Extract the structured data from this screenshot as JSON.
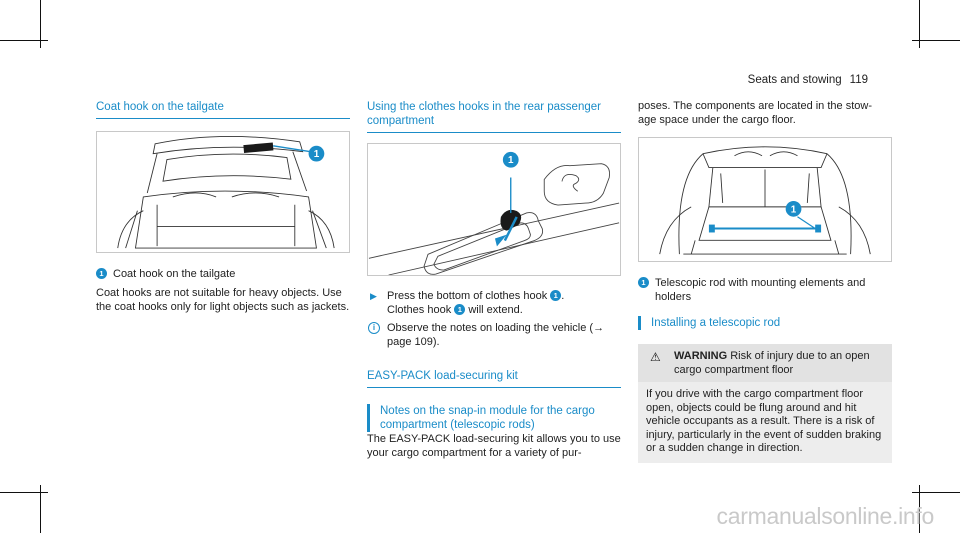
{
  "header": {
    "section": "Seats and stowing",
    "page": "119"
  },
  "col1": {
    "title": "Coat hook on the tailgate",
    "caption": "Coat hook on the tailgate",
    "body": "Coat hooks are not suitable for heavy objects. Use the coat hooks only for light objects such as jackets."
  },
  "col2": {
    "title": "Using the clothes hooks in the rear passenger compartment",
    "step_a": "Press the bottom of clothes hook",
    "step_b": ".",
    "step_c": "Clothes hook",
    "step_d": "will extend.",
    "note": "Observe the notes on loading the vehicle (→ page 109).",
    "title2": "EASY-PACK load-securing kit",
    "subhead": "Notes on the snap-in module for the cargo compartment (telescopic rods)",
    "body": "The EASY-PACK load-securing kit allows you to use your cargo compartment for a variety of pur-"
  },
  "col3": {
    "body": "poses. The components are located in the stow- age space under the cargo floor.",
    "caption": "Telescopic rod with mounting elements and holders",
    "subhead": "Installing a telescopic rod",
    "warning_label": "WARNING",
    "warning_head": "Risk of injury due to an open cargo compartment floor",
    "warning_body": "If you drive with the cargo compartment floor open, objects could be flung around and hit vehicle occupants as a result. There is a risk of injury, particularly in the event of sudden braking or a sudden change in direction."
  },
  "badge_label": "1",
  "watermark": "carmanualsonline.info",
  "colors": {
    "accent": "#1a8cc8",
    "text": "#222222",
    "warning_bg": "#ededed"
  }
}
